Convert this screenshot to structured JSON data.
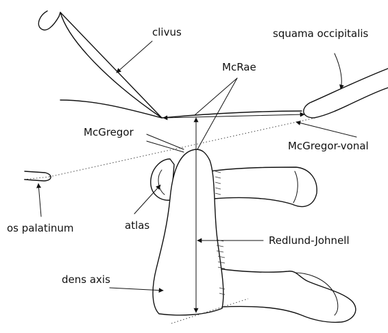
{
  "labels": {
    "clivus": "clivus",
    "squama": "squama occipitalis",
    "mcrae": "McRae",
    "mcgregor": "McGregor",
    "mcgregor_vonal": "McGregor-vonal",
    "os_palatinum": "os palatinum",
    "atlas": "atlas",
    "redlund": "Redlund-Johnell",
    "dens": "dens axis"
  }
}
